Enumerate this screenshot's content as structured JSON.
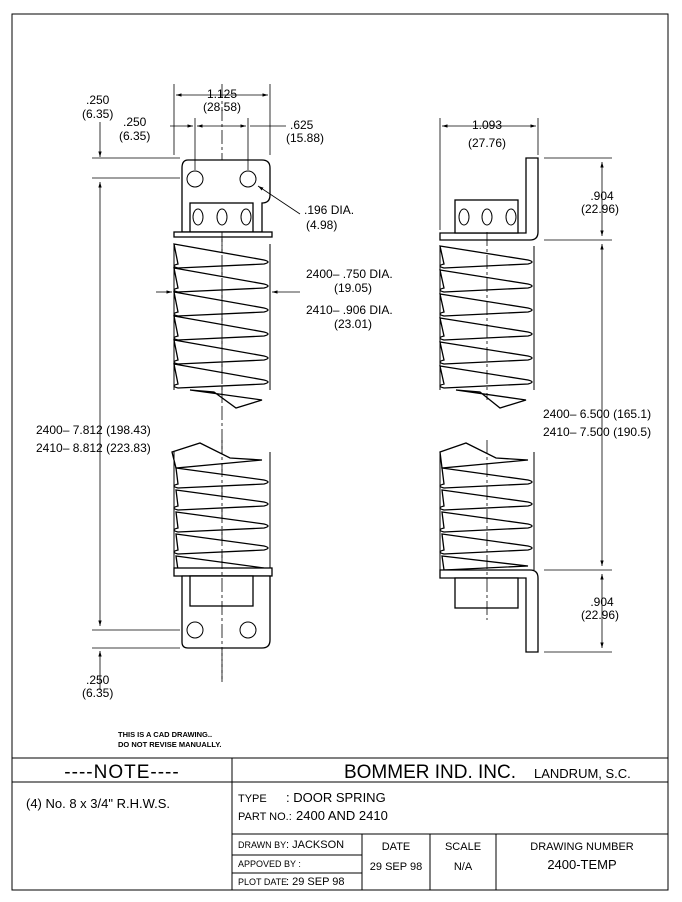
{
  "left_view": {
    "dim_width": "1.125",
    "dim_width_mm": "(28.58)",
    "dim_hole_spacing": ".625",
    "dim_hole_spacing_mm": "(15.88)",
    "dim_top_edge": ".250",
    "dim_top_edge_mm": "(6.35)",
    "dim_side_edge": ".250",
    "dim_side_edge_mm": "(6.35)",
    "hole_dia": ".196 DIA.",
    "hole_dia_mm": "(4.98)",
    "coil_dia_2400": "2400– .750 DIA.",
    "coil_dia_2400_mm": "(19.05)",
    "coil_dia_2410": "2410– .906 DIA.",
    "coil_dia_2410_mm": "(23.01)",
    "length_2400": "2400– 7.812 (198.43)",
    "length_2410": "2410– 8.812 (223.83)",
    "dim_bottom_edge": ".250",
    "dim_bottom_edge_mm": "(6.35)"
  },
  "right_view": {
    "dim_width": "1.093",
    "dim_width_mm": "(27.76)",
    "dim_top_bracket": ".904",
    "dim_top_bracket_mm": "(22.96)",
    "length_2400": "2400– 6.500 (165.1)",
    "length_2410": "2410– 7.500 (190.5)",
    "dim_bottom_bracket": ".904",
    "dim_bottom_bracket_mm": "(22.96)"
  },
  "cad_note": {
    "line1": "THIS IS A CAD DRAWING..",
    "line2": "DO NOT REVISE MANUALLY."
  },
  "title_block": {
    "note_header": "----NOTE----",
    "note_text": "(4) No. 8 x 3/4\" R.H.W.S.",
    "company": "BOMMER IND. INC.",
    "location": "LANDRUM, S.C.",
    "type_label": "TYPE",
    "type_value": ": DOOR SPRING",
    "part_label": "PART NO.:",
    "part_value": "2400 AND 2410",
    "drawn_by_label": "DRAWN BY",
    "drawn_by_value": ": JACKSON",
    "approved_by_label": "APPOVED BY :",
    "plot_date_label": "PLOT DATE",
    "plot_date_value": ": 29 SEP 98",
    "date_label": "DATE",
    "date_value": "29 SEP 98",
    "scale_label": "SCALE",
    "scale_value": "N/A",
    "drawing_number_label": "DRAWING NUMBER",
    "drawing_number_value": "2400-TEMP"
  }
}
